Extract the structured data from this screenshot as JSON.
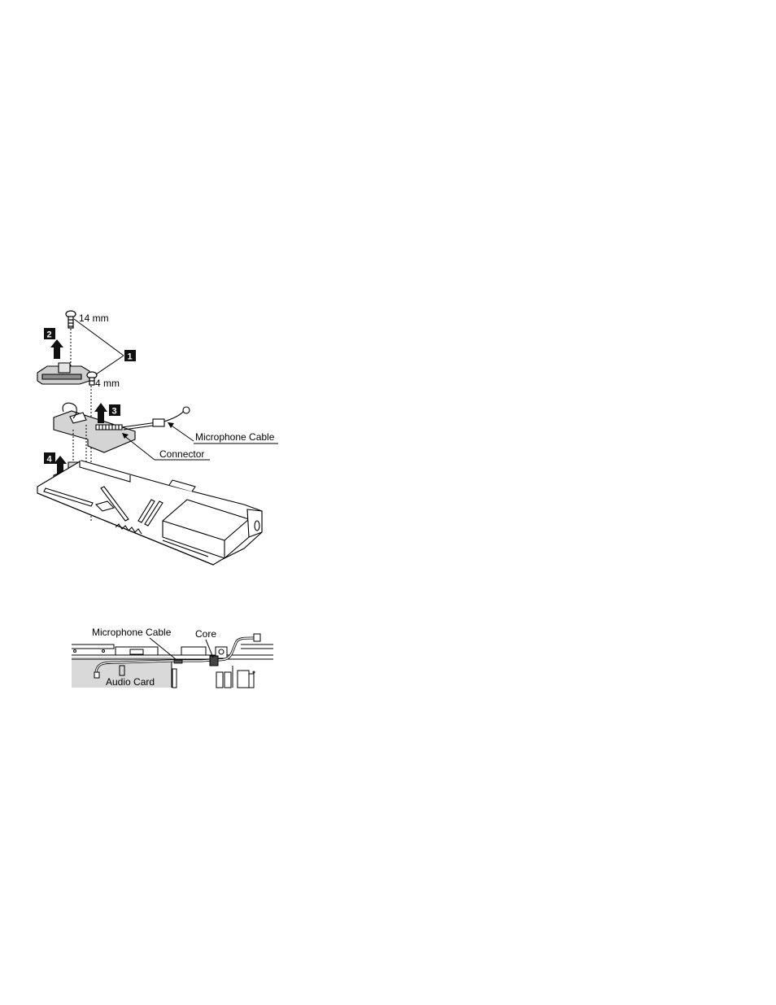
{
  "figure_top": {
    "callouts": [
      "1",
      "2",
      "3",
      "4"
    ],
    "screw_long": "14 mm",
    "screw_short": "4 mm",
    "microphone_cable": "Microphone Cable",
    "connector": "Connector"
  },
  "figure_bottom": {
    "microphone_cable": "Microphone Cable",
    "core": "Core",
    "audio_card": "Audio Card"
  }
}
